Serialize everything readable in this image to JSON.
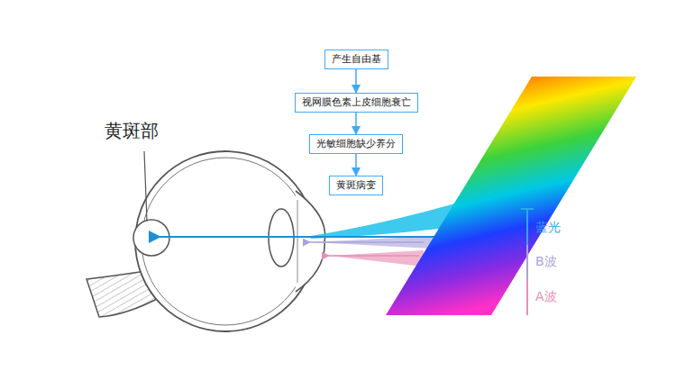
{
  "diagram": {
    "nodes": [
      {
        "text": [
          "产生自由基"
        ]
      },
      {
        "text": [
          "视网膜色素上皮细胞衰亡"
        ]
      },
      {
        "text": [
          "光敏细胞缺少养分"
        ]
      },
      {
        "text": [
          "黄斑病变"
        ]
      }
    ],
    "edges": [
      {
        "from": 0,
        "to": 1,
        "arrow": "to"
      },
      {
        "from": 1,
        "to": 2,
        "arrow": "to"
      },
      {
        "from": 2,
        "to": 3,
        "arrow": "to"
      }
    ],
    "labels": [
      "黄斑部",
      "蓝光",
      "B波",
      "A波"
    ]
  }
}
